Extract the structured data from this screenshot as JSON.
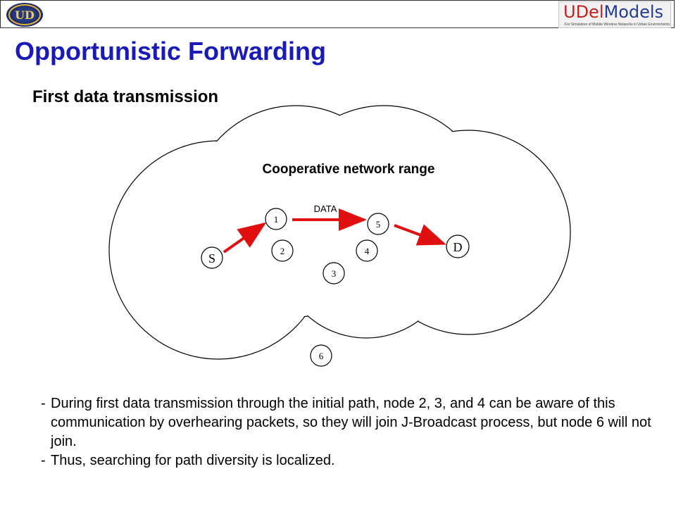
{
  "header": {
    "logo_left": "UD",
    "logo_right": {
      "word_u": "UDel",
      "word_models": "Models",
      "tagline": "For Simulation of Mobile Wireless Networks in Urban Environments"
    }
  },
  "title": "Opportunistic Forwarding",
  "subtitle": "First data transmission",
  "diagram": {
    "range_label": "Cooperative network range",
    "edge_label": "DATA",
    "nodes": {
      "S": "S",
      "D": "D",
      "n1": "1",
      "n2": "2",
      "n3": "3",
      "n4": "4",
      "n5": "5",
      "n6": "6"
    },
    "path": [
      "S",
      "1",
      "5",
      "D"
    ],
    "arrow_color": "#e01010"
  },
  "bullets": [
    "During first data transmission through the initial path, node 2, 3, and 4 can be aware of this communication by overhearing packets, so they will join J-Broadcast process, but node 6 will not join.",
    "Thus, searching for path diversity is localized."
  ],
  "colors": {
    "title": "#1a1ab8",
    "arrow": "#e01010",
    "brand_red": "#c0231f",
    "brand_blue": "#1f3f94"
  }
}
